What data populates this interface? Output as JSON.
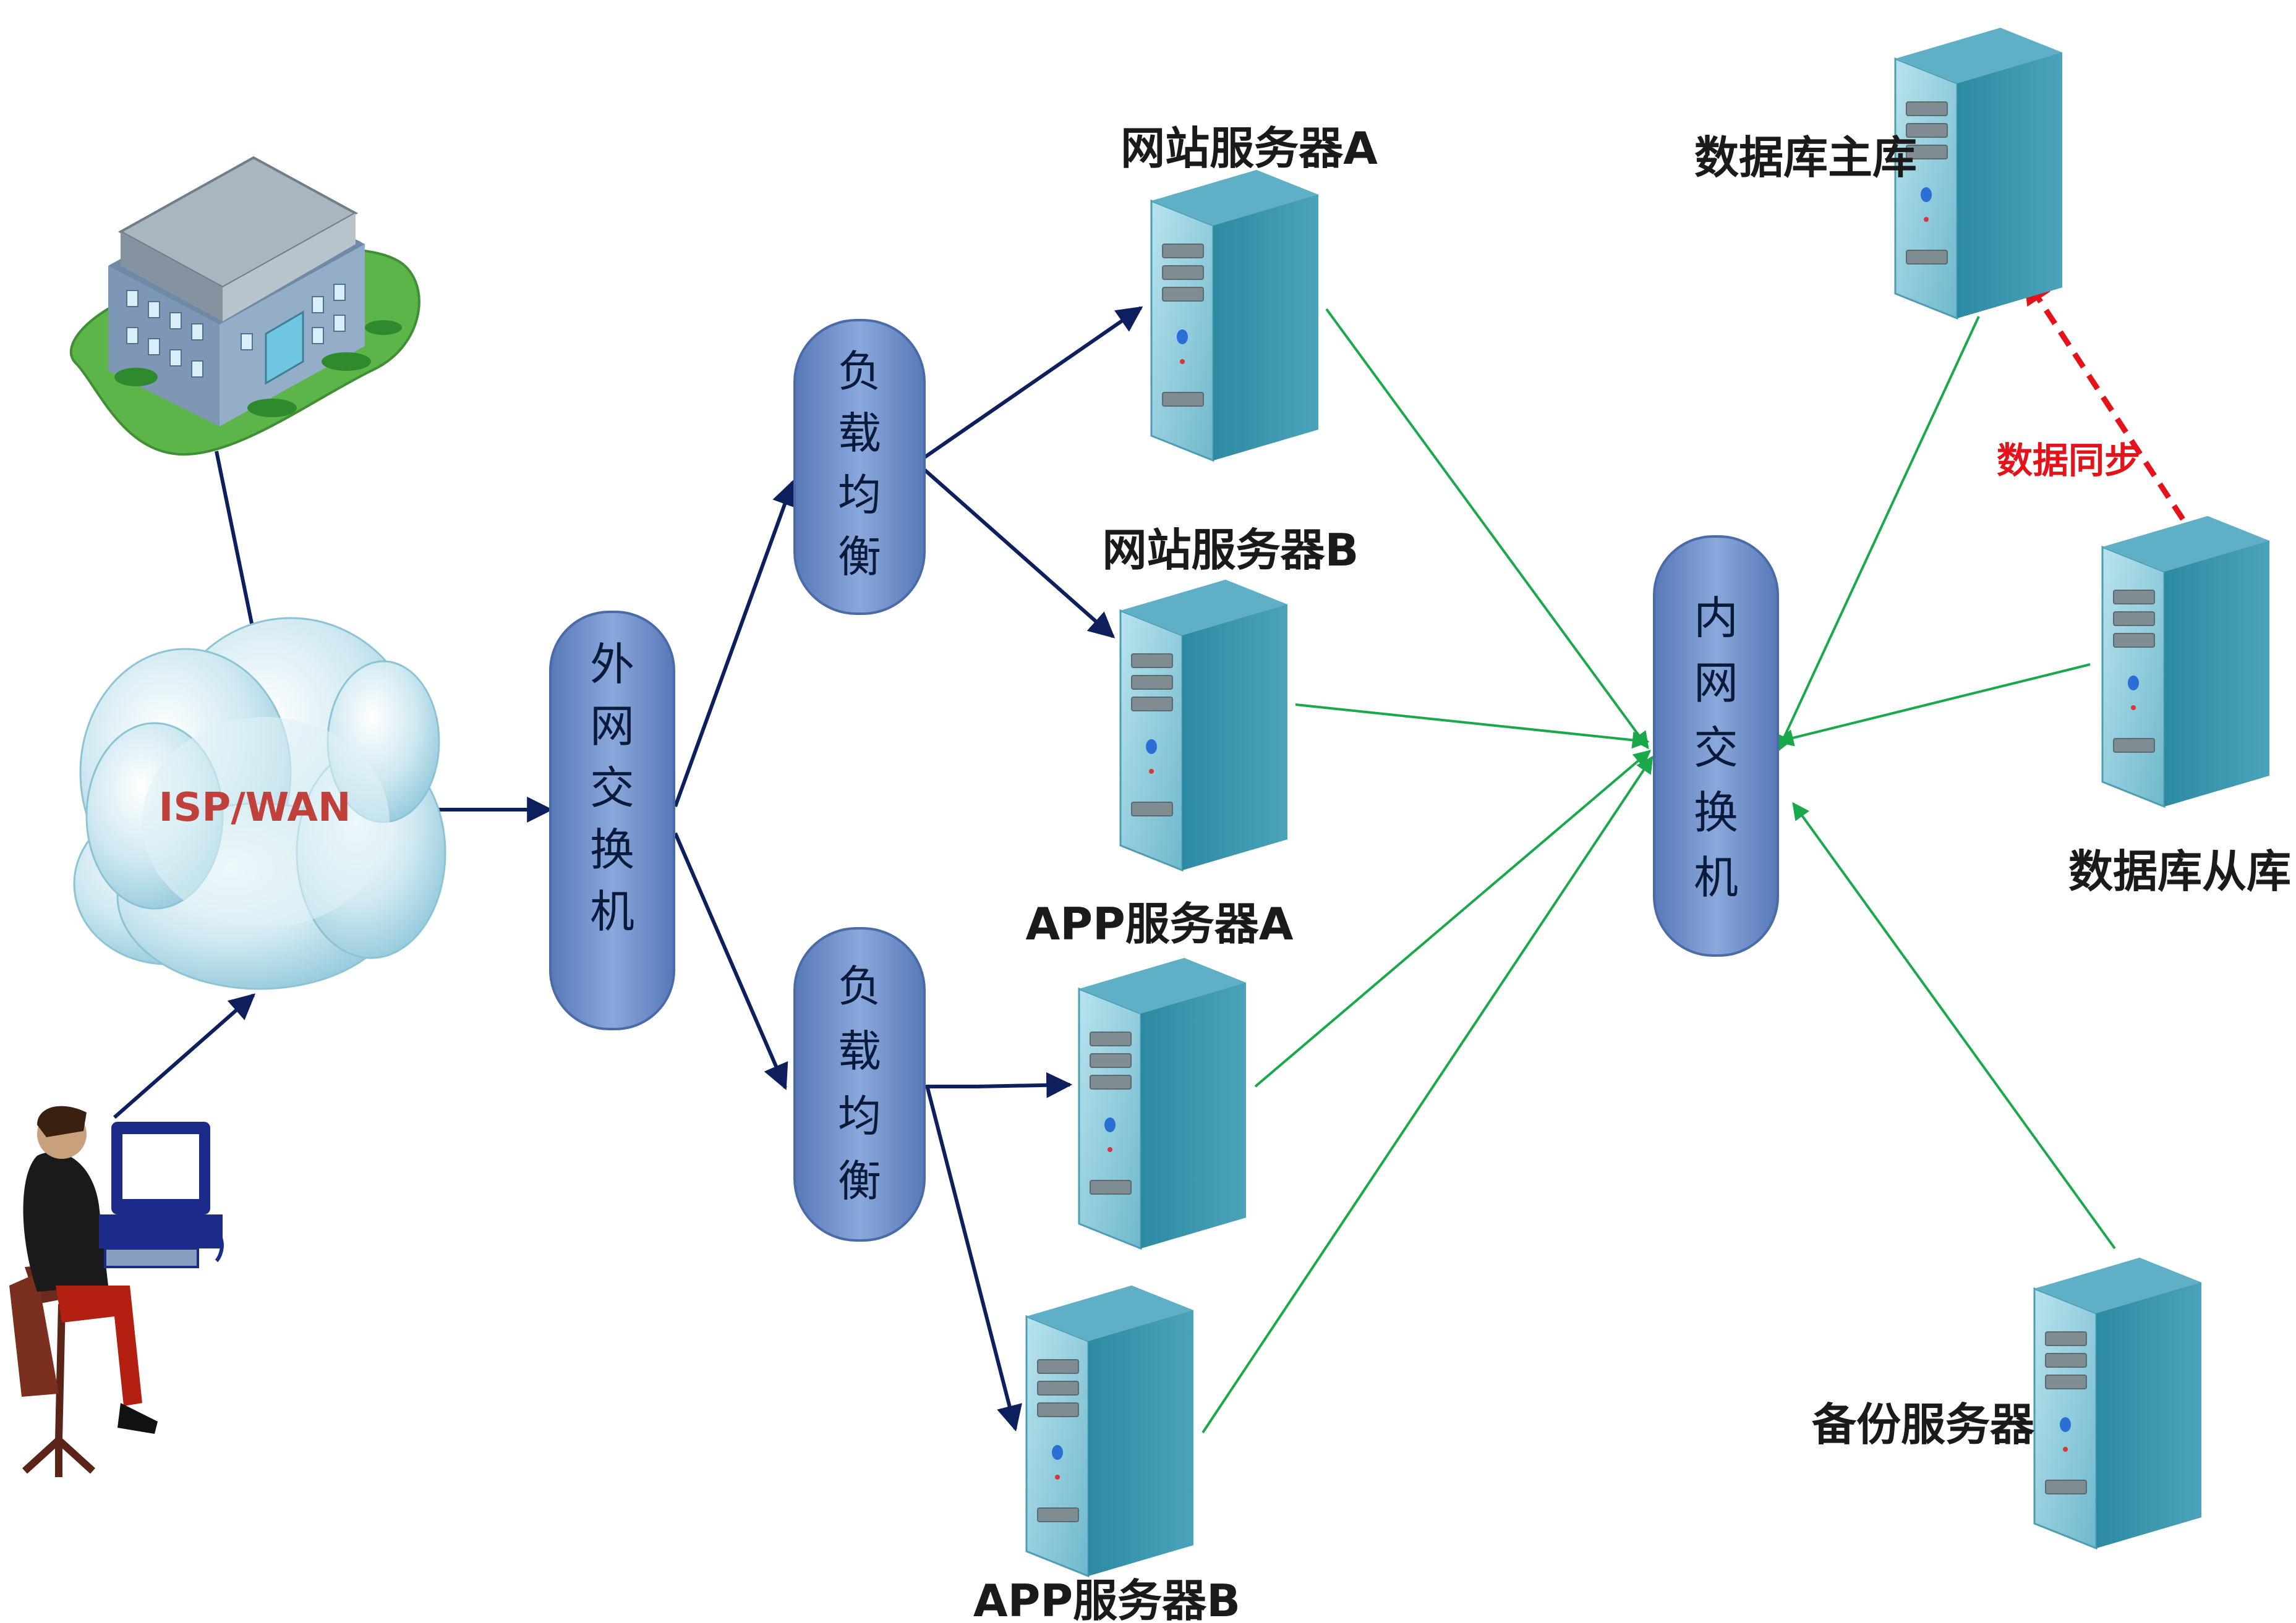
{
  "nodes": {
    "cloud": {
      "label": "ISP/WAN"
    },
    "outer_switch": {
      "label": "外网交换机"
    },
    "lb_top": {
      "label": "负载均衡"
    },
    "lb_bottom": {
      "label": "负载均衡"
    },
    "inner_switch": {
      "label": "内网交换机"
    },
    "web_a": {
      "label": "网站服务器A"
    },
    "web_b": {
      "label": "网站服务器B"
    },
    "app_a": {
      "label": "APP服务器A"
    },
    "app_b": {
      "label": "APP服务器B"
    },
    "db_master": {
      "label": "数据库主库"
    },
    "db_slave": {
      "label": "数据库从库"
    },
    "backup": {
      "label": "备份服务器"
    },
    "sync": {
      "label": "数据同步"
    }
  },
  "colors": {
    "blue_arrow": "#0d1f5c",
    "green_line": "#19a84a",
    "red_sync": "#e5121a",
    "isp_text": "#c0413b",
    "pill_fill": "#6c8ecb",
    "server_front": "#7fc6d8"
  },
  "icons": [
    "office-building-icon",
    "cloud-icon",
    "person-at-computer-icon",
    "server-icon"
  ]
}
